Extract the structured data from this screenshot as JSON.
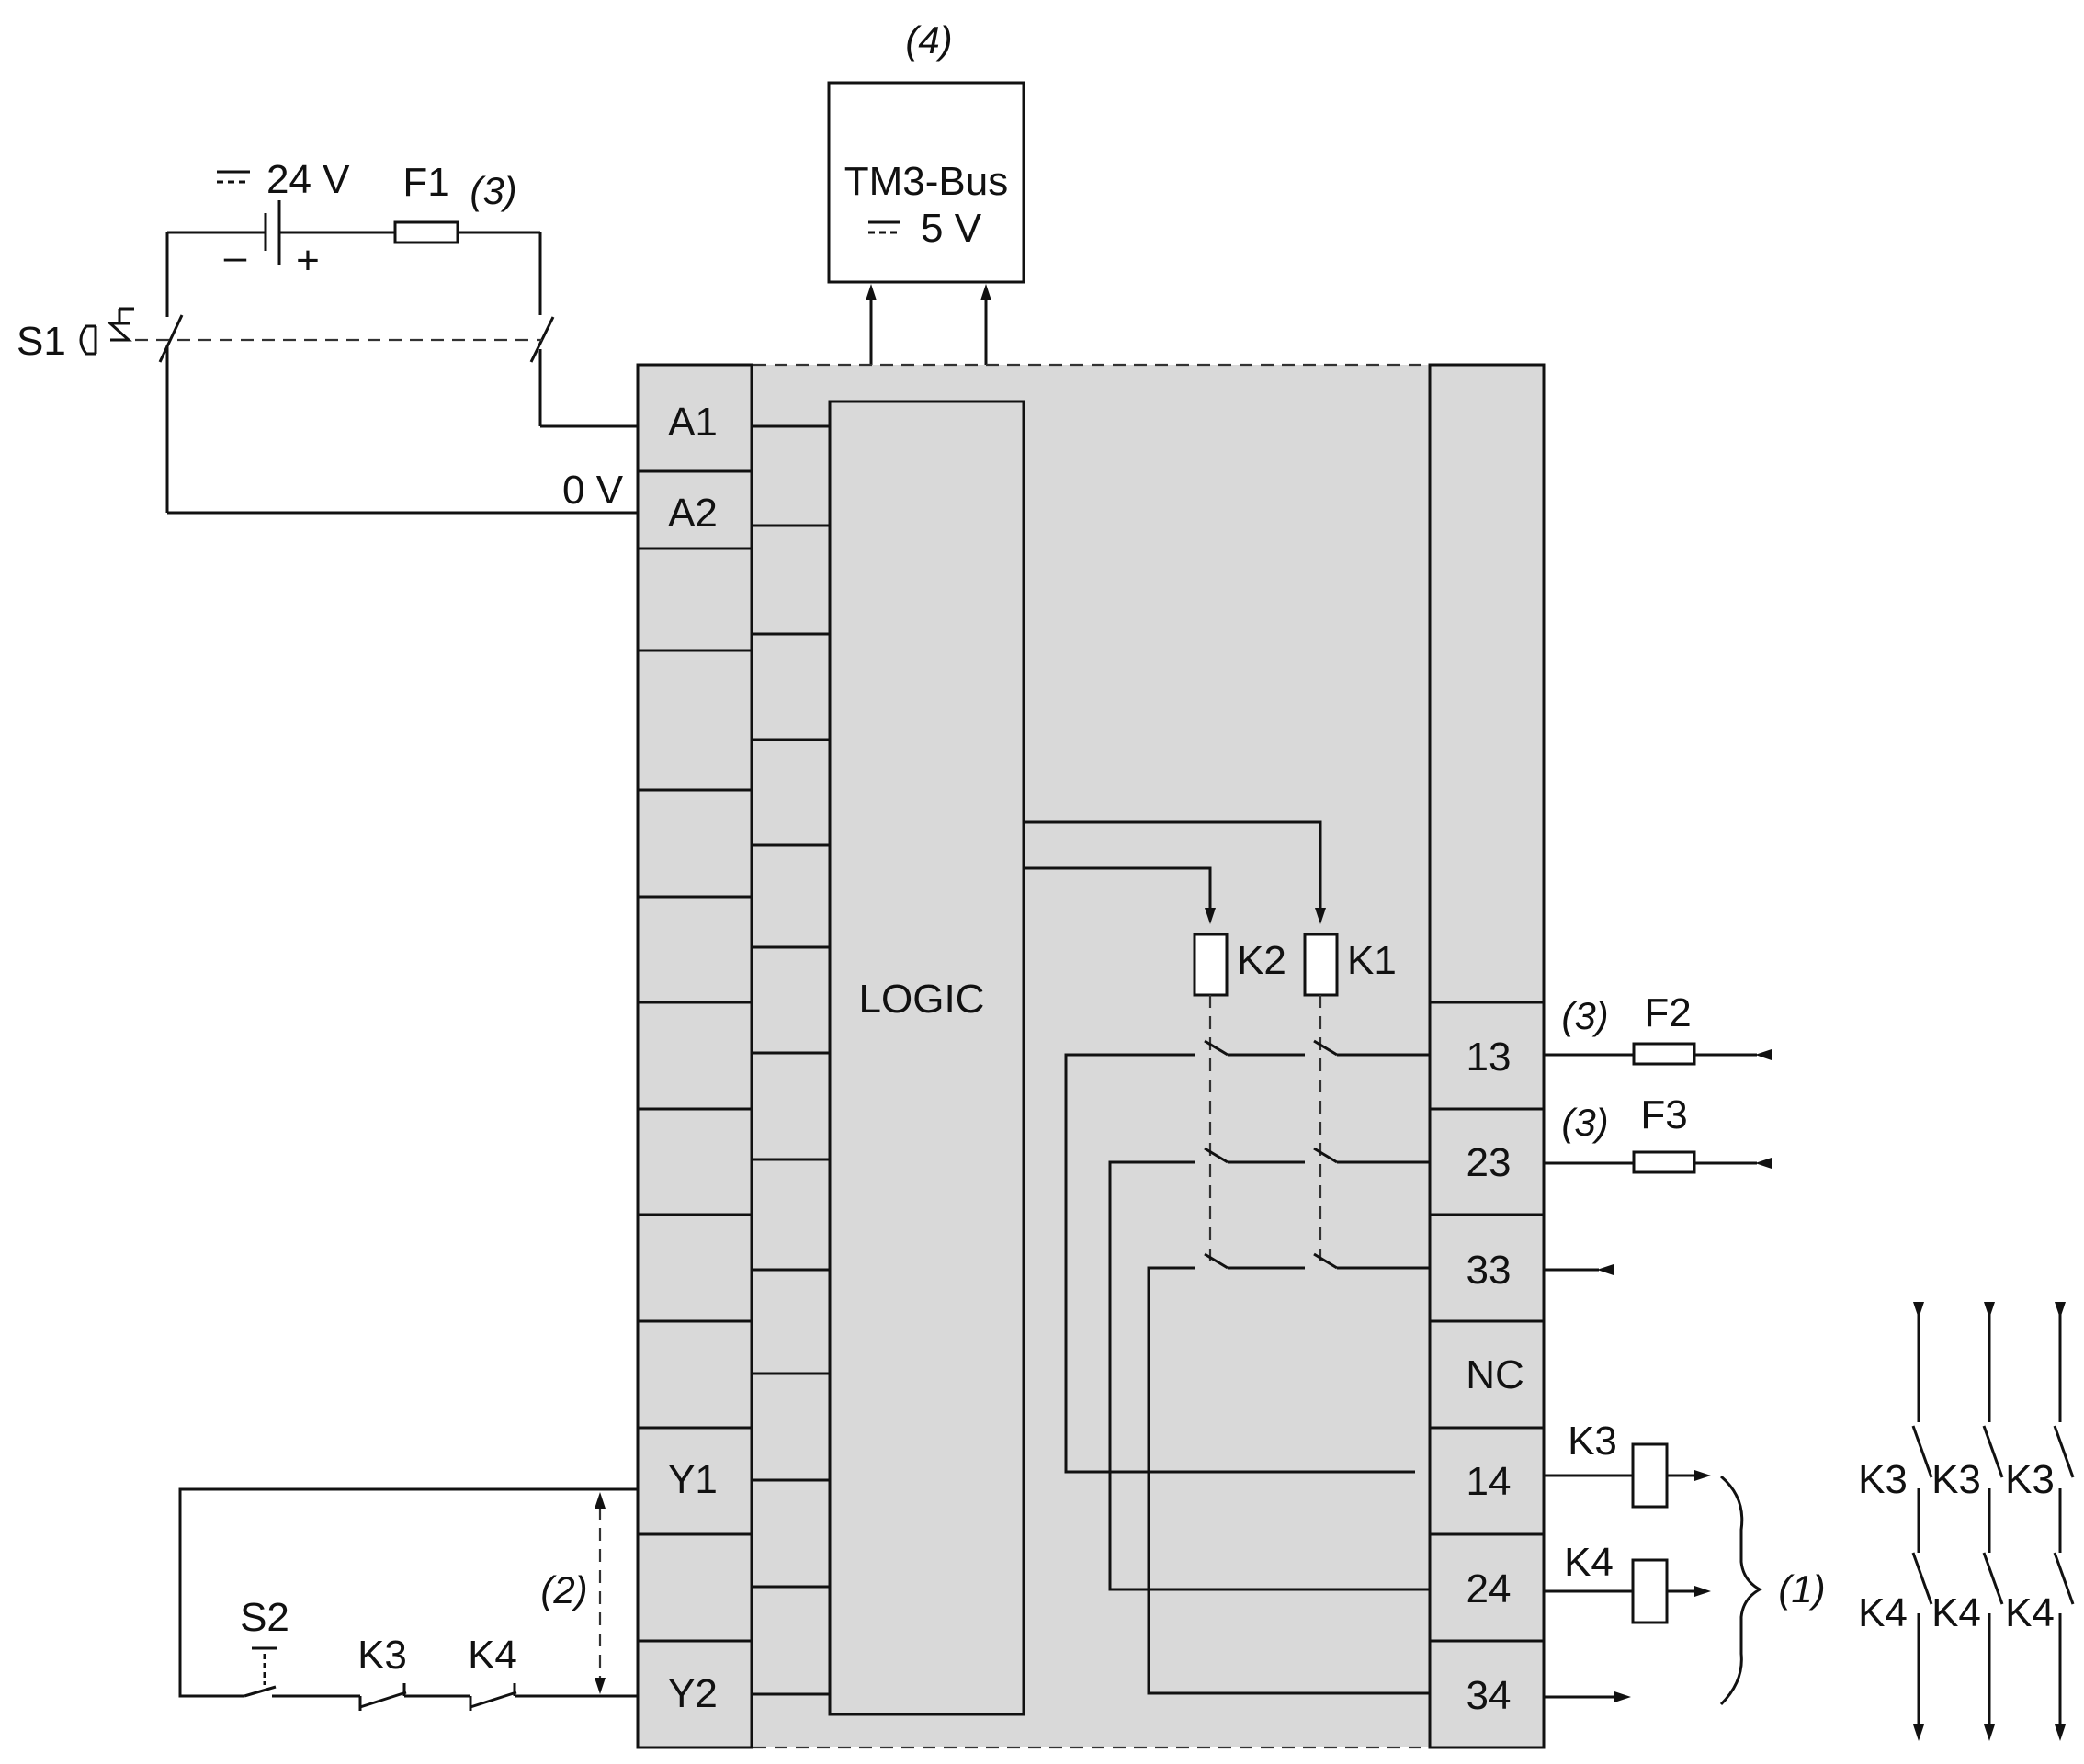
{
  "tm3": {
    "title": "TM3-Bus",
    "voltage": "5 V",
    "note": "(4)"
  },
  "logic": {
    "label": "LOGIC"
  },
  "supply": {
    "voltage": "24 V",
    "fuse": "F1",
    "fuse_note": "(3)",
    "zero_v": "0 V",
    "estop": "S1"
  },
  "left_terminals": {
    "a1": "A1",
    "a2": "A2",
    "y1": "Y1",
    "y2": "Y2"
  },
  "right_terminals": {
    "t13": "13",
    "t23": "23",
    "t33": "33",
    "nc": "NC",
    "t14": "14",
    "t24": "24",
    "t34": "34"
  },
  "relays": {
    "k1": "K1",
    "k2": "K2"
  },
  "outputs": {
    "f2": "F2",
    "f3": "F3",
    "f2_note": "(3)",
    "f3_note": "(3)",
    "k3_coil": "K3",
    "k4_coil": "K4",
    "group_note": "(1)"
  },
  "feedback": {
    "s2": "S2",
    "k3": "K3",
    "k4": "K4",
    "note": "(2)"
  },
  "contacts": {
    "k3_labels": [
      "K3",
      "K3",
      "K3"
    ],
    "k4_labels": [
      "K4",
      "K4",
      "K4"
    ]
  }
}
